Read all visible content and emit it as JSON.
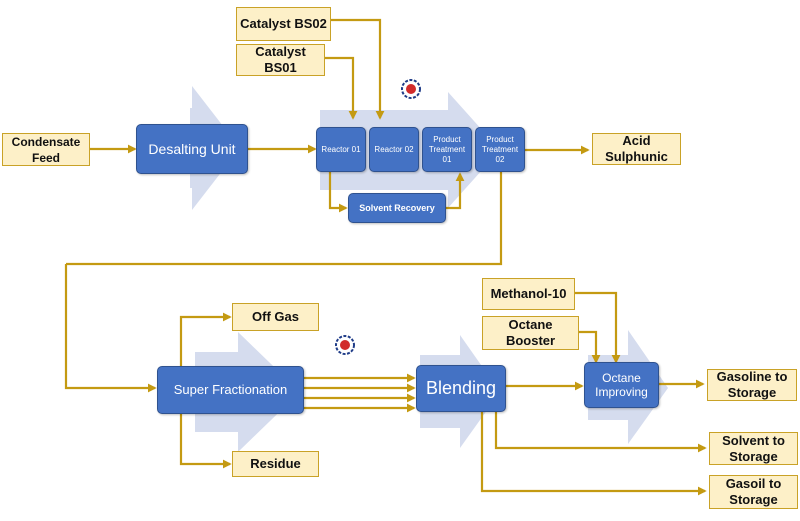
{
  "colors": {
    "arrow": "#c49a12",
    "process": "#4472c4",
    "tag_fill": "#fdf0c8",
    "tag_border": "#c9a227",
    "chevron": "#d5dcee"
  },
  "tags": {
    "catalyst_bs02": "Catalyst BS02",
    "catalyst_bs01": "Catalyst BS01",
    "condensate_feed": "Condensate Feed",
    "acid_sulphunic": "Acid Sulphunic",
    "off_gas": "Off Gas",
    "residue": "Residue",
    "methanol": "Methanol-10",
    "octane_booster": "Octane Booster",
    "gasoline": "Gasoline to Storage",
    "solvent": "Solvent to Storage",
    "gasoil": "Gasoil to Storage"
  },
  "processes": {
    "desalting": "Desalting  Unit",
    "reactor01": "Reactor  01",
    "reactor02": "Reactor 02",
    "product_treatment01": "Product Treatment 01",
    "product_treatment02": "Product Treatment 02",
    "solvent_recovery": "Solvent Recovery",
    "super_fractionation": "Super Fractionation",
    "blending": "Blending",
    "octane_improving": "Octane Improving"
  },
  "icons": {
    "logo": "company-logo-icon"
  }
}
